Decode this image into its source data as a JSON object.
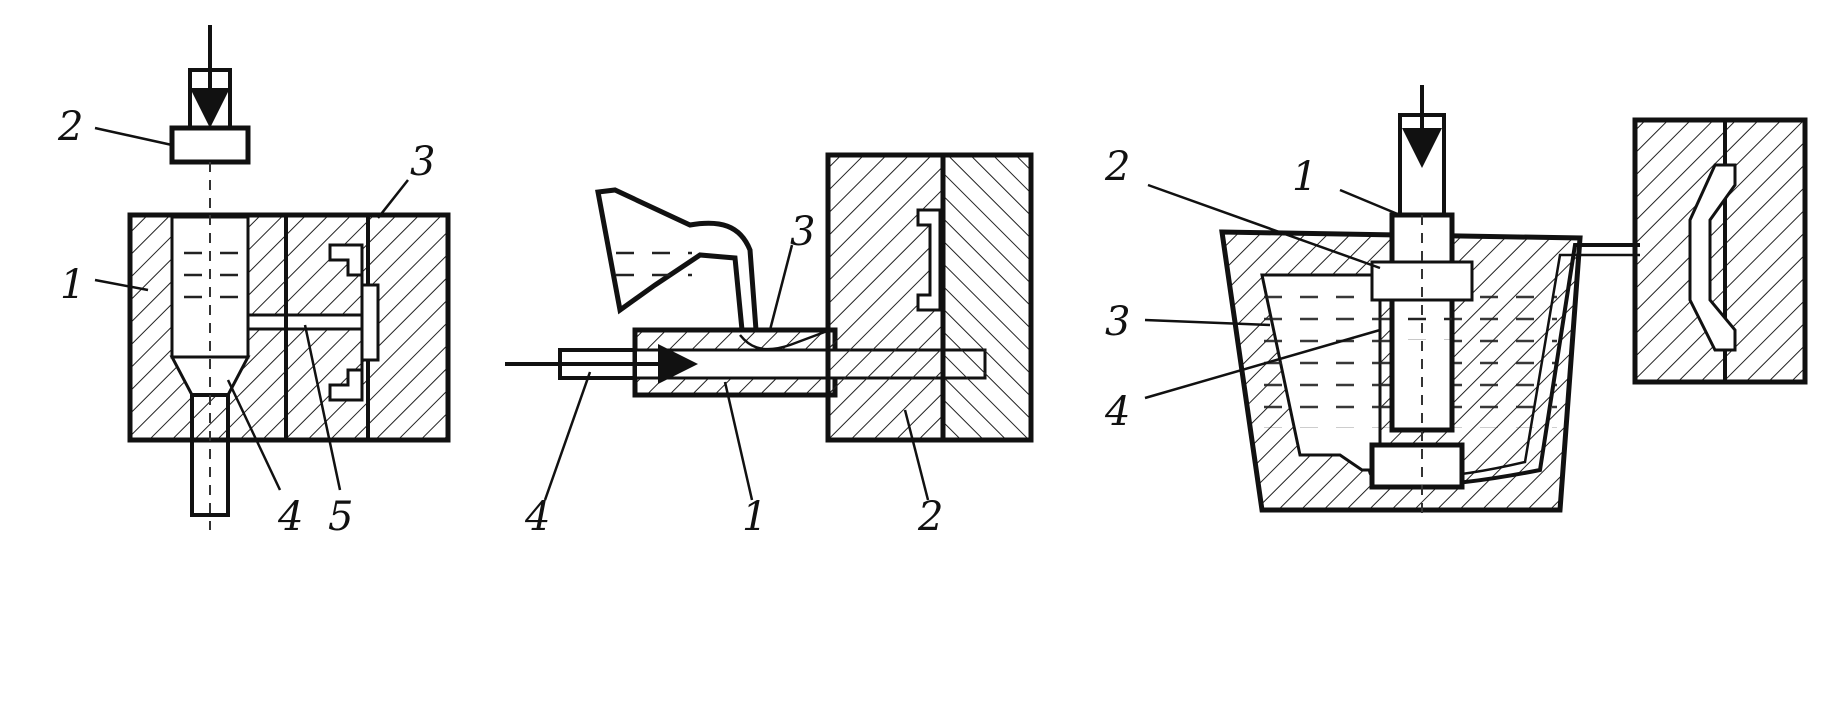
{
  "figures": [
    {
      "id": "cold-chamber-vertical",
      "labels": [
        "2",
        "1",
        "3",
        "4",
        "5"
      ]
    },
    {
      "id": "cold-chamber-horizontal",
      "labels": [
        "3",
        "4",
        "1",
        "2"
      ]
    },
    {
      "id": "hot-chamber",
      "labels": [
        "1",
        "2",
        "3",
        "4"
      ]
    }
  ],
  "colors": {
    "ink": "#111111",
    "paper": "#ffffff"
  }
}
